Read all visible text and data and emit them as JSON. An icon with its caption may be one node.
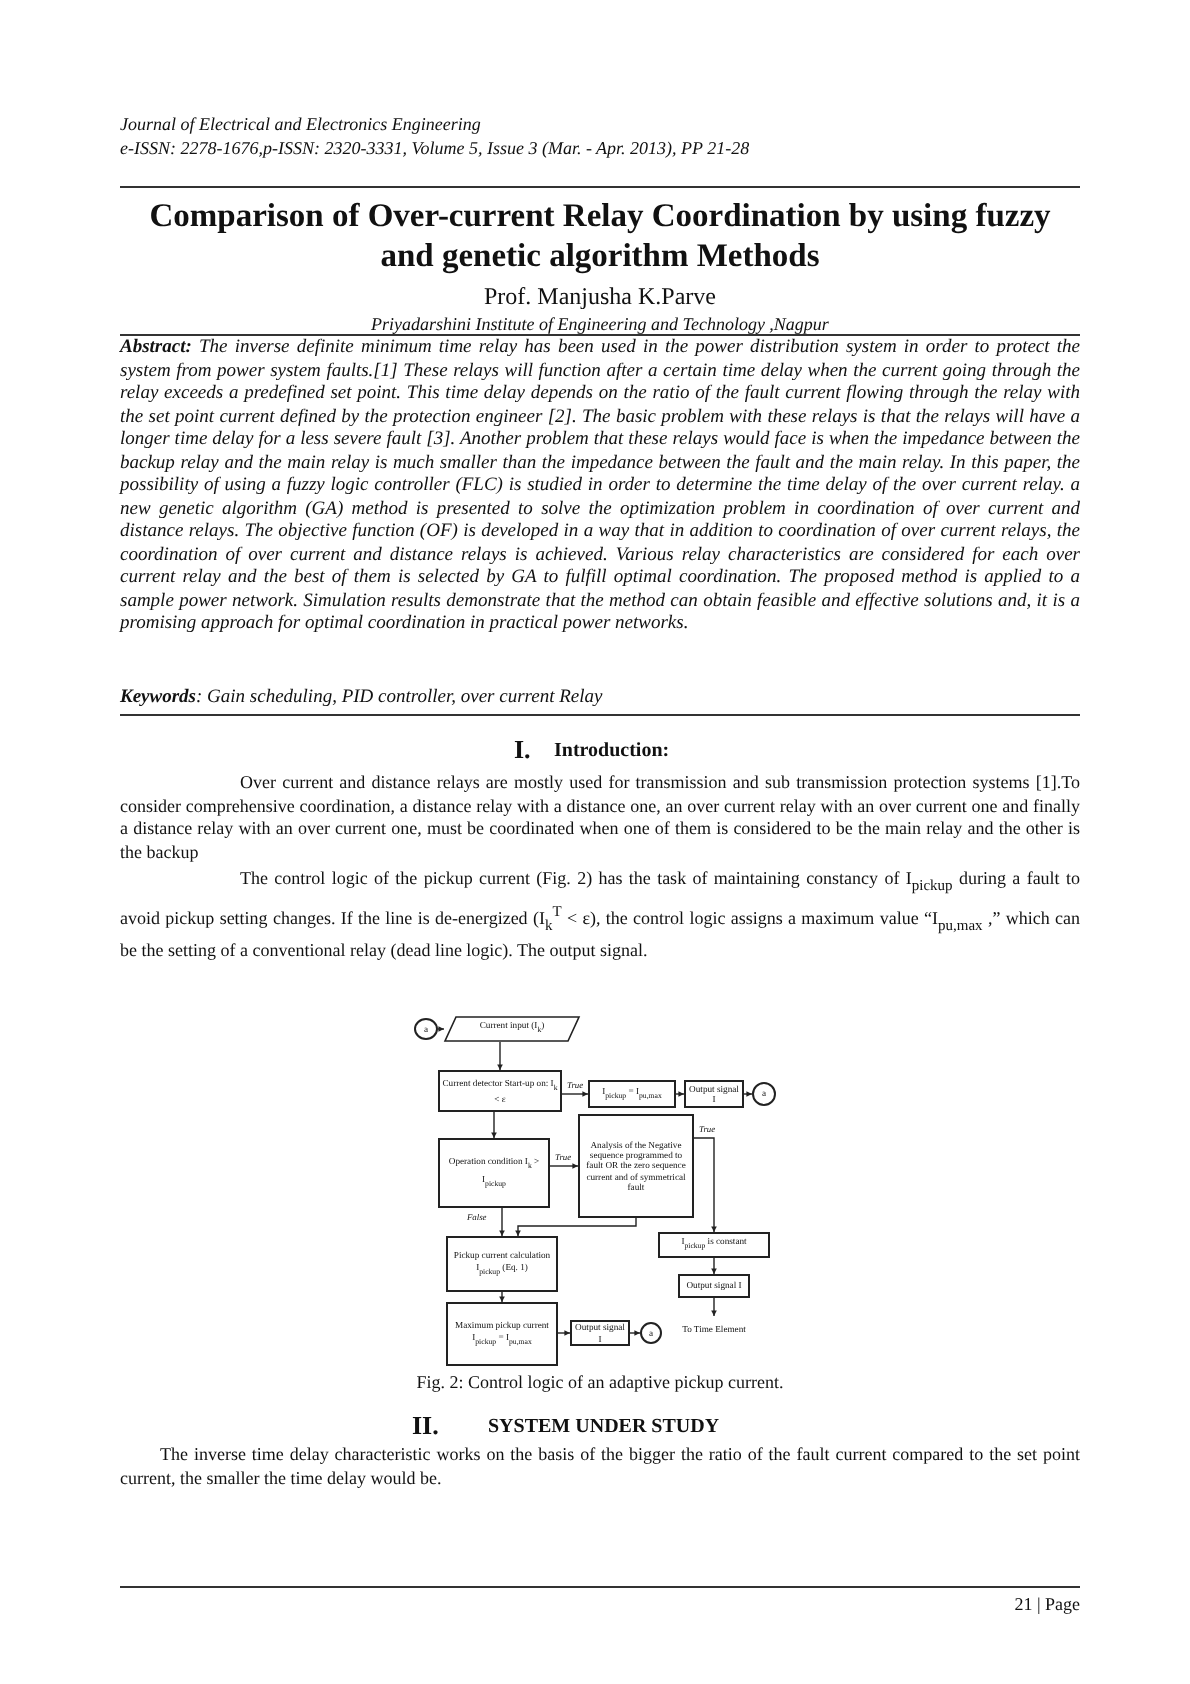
{
  "diagram": {
    "title": "Comparison of Over-current Relay Coordination by using fuzzy and genetic algorithm Methods",
    "caption": "Fig. 2: Control logic of an adaptive pickup current.",
    "nodes": [
      {
        "text": [
          "a"
        ]
      },
      {
        "text": [
          "Current input (I$_{k}$)"
        ]
      },
      {
        "text": [
          "Current detector Start-up on: I$_{k}$ < ε"
        ]
      },
      {
        "text": [
          "I$_{pickup}$ = I$_{pu,max}$"
        ]
      },
      {
        "text": [
          "Output signal I"
        ]
      },
      {
        "text": [
          "a"
        ]
      },
      {
        "text": [
          "Operation condition I$_{k}$ > I$_{pickup}$"
        ]
      },
      {
        "text": [
          "Analysis of the Negative sequence programmed to fault OR the zero sequence current and of symmetrical fault"
        ]
      },
      {
        "text": [
          "Pickup current calculation I$_{pickup}$ (Eq. 1)"
        ]
      },
      {
        "text": [
          "I$_{pickup}$ is constant"
        ]
      },
      {
        "text": [
          "Maximum pickup current I$_{pickup}$ = I$_{pu,max}$"
        ]
      },
      {
        "text": [
          "Output signal I"
        ]
      },
      {
        "text": [
          "a"
        ]
      },
      {
        "text": [
          "Output signal I"
        ]
      },
      {
        "text": [
          "To Time Element"
        ]
      }
    ],
    "edges": [
      {
        "from": 0,
        "to": 1,
        "arrow": "to"
      },
      {
        "from": 1,
        "to": 2,
        "arrow": "to"
      },
      {
        "from": 2,
        "to": 3,
        "arrow": "to",
        "label": "True"
      },
      {
        "from": 3,
        "to": 4,
        "arrow": "to"
      },
      {
        "from": 4,
        "to": 5,
        "arrow": "to"
      },
      {
        "from": 2,
        "to": 6,
        "arrow": "to"
      },
      {
        "from": 6,
        "to": 7,
        "arrow": "to",
        "label": "True"
      },
      {
        "from": 6,
        "to": 8,
        "arrow": "to",
        "label": "False"
      },
      {
        "from": 7,
        "to": 8,
        "arrow": "to"
      },
      {
        "from": 7,
        "to": 9,
        "arrow": "to",
        "label": "True"
      },
      {
        "from": 8,
        "to": 10,
        "arrow": "to"
      },
      {
        "from": 10,
        "to": 11,
        "arrow": "to"
      },
      {
        "from": 11,
        "to": 12,
        "arrow": "to"
      },
      {
        "from": 9,
        "to": 13,
        "arrow": "to"
      },
      {
        "from": 13,
        "to": 14,
        "arrow": "to"
      }
    ],
    "labels": [
      "Journal of Electrical and Electronics Engineering",
      "e-ISSN: 2278-1676,p-ISSN: 2320-3331, Volume 5, Issue 3 (Mar. - Apr. 2013), PP 21-28",
      "Prof. Manjusha K.Parve",
      "Priyadarshini Institute of Engineering and Technology ,Nagpur",
      "**Abstract:** The inverse definite minimum time relay has been used in the power distribution system in order to protect the system from power system faults.[1] These relays will function after a certain time delay when the current going through the relay exceeds a predefined set point. This time delay depends on the ratio of the fault current flowing through the relay with the set point current defined by the protection engineer [2]. The basic problem with these relays is that the relays will have a longer time delay for a less severe fault [3]. Another problem that these relays would face is when the impedance between the backup relay and the main relay is much smaller than the impedance between the fault and the main relay. In this paper, the possibility of using a fuzzy logic controller (FLC) is studied in order to determine the time delay of the over current relay. a new genetic algorithm (GA) method is presented to solve the optimization problem in coordination of over current and distance relays. The objective function (OF) is developed in a way that in addition to coordination of over current relays, the coordination of over current and distance relays is achieved. Various relay characteristics are considered for each over current relay and the best of them is selected by GA to fulfill optimal coordination. The proposed method is applied to a sample power network. Simulation results demonstrate that the method can obtain feasible and effective solutions and, it is a promising approach for optimal coordination in practical power networks.",
      "**Keywords**: Gain scheduling, PID controller, over current Relay",
      "I.",
      "Introduction:",
      "Over current and distance relays are mostly used for transmission and sub transmission protection systems [1].To consider comprehensive coordination, a distance relay with a distance one, an over current relay with an over current one and finally a distance relay with an over current one, must be coordinated when one of them is considered to be the main relay and the other is the backup",
      "The control logic of the pickup current (Fig. 2) has the task of maintaining constancy of I$_{pickup}$ during a fault to avoid pickup setting changes. If the line is de-energized (I$_{k}$$^{T}$ < ε), the control logic assigns a maximum value “I$_{pu,max}$ ,” which can be the setting of a conventional relay (dead line logic). The output signal.",
      "II.",
      "SYSTEM UNDER STUDY",
      "The inverse time delay characteristic works on the basis of the bigger the ratio of the fault current compared to the set point current, the smaller the time delay would be.",
      "21 | Page"
    ]
  }
}
